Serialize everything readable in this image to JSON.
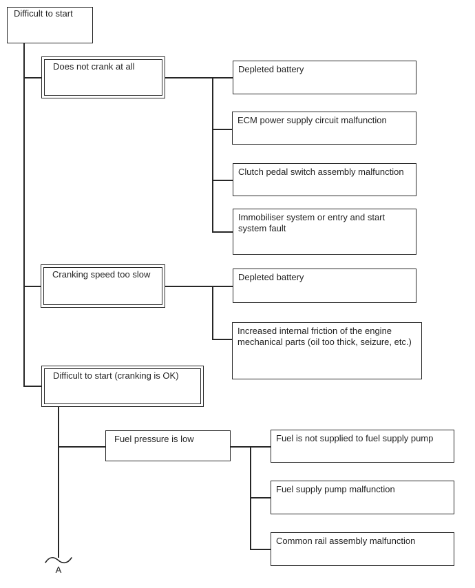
{
  "diagram": {
    "root_label": "Difficult to start",
    "branches": [
      {
        "label": "Does not crank at all",
        "causes": [
          "Depleted battery",
          "ECM power supply circuit malfunction",
          "Clutch pedal switch assembly malfunction",
          "Immobiliser system or entry and start system fault"
        ]
      },
      {
        "label": "Cranking speed too slow",
        "causes": [
          "Depleted battery",
          "Increased internal friction of the engine mechanical parts (oil too thick, seizure, etc.)"
        ]
      },
      {
        "label": "Difficult to start (cranking is OK)",
        "sub": {
          "label": "Fuel pressure is low",
          "causes": [
            "Fuel is not supplied to fuel supply pump",
            "Fuel supply pump malfunction",
            "Common rail assembly malfunction"
          ]
        }
      }
    ],
    "continuation_label": "A",
    "colors": {
      "line": "#262626",
      "text": "#1f1f1f",
      "background": "#ffffff"
    }
  }
}
